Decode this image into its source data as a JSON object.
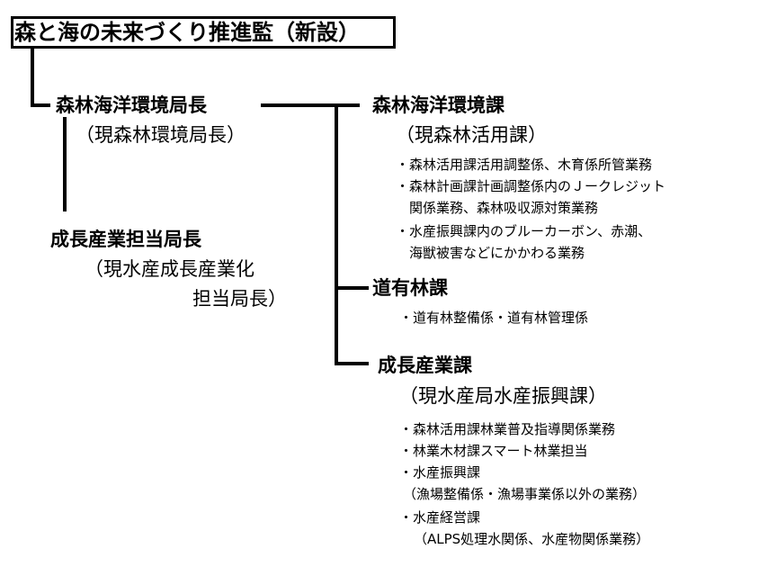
{
  "top": {
    "title": "森と海の未来づくり推進監（新設）"
  },
  "director1": {
    "title": "森林海洋環境局長",
    "note": "（現森林環境局長）"
  },
  "director2": {
    "title": "成長産業担当局長",
    "note1": "（現水産成長産業化",
    "note2": "担当局長）"
  },
  "sections": [
    {
      "title": "森林海洋環境課",
      "note": "（現森林活用課）",
      "items": [
        "・森林活用課活用調整係、木育係所管業務",
        "・森林計画課計画調整係内のＪークレジット",
        "関係業務、森林吸収源対策業務",
        "・水産振興課内のブルーカーボン、赤潮、",
        "海獣被害などにかかわる業務"
      ]
    },
    {
      "title": "道有林課",
      "items": [
        "・道有林整備係・道有林管理係"
      ]
    },
    {
      "title": "成長産業課",
      "note": "（現水産局水産振興課）",
      "items": [
        "・森林活用課林業普及指導関係業務",
        "・林業木材課スマート林業担当",
        "・水産振興課",
        "（漁場整備係・漁場事業係以外の業務）",
        "・水産経営課",
        "（ALPS処理水関係、水産物関係業務）"
      ]
    }
  ]
}
